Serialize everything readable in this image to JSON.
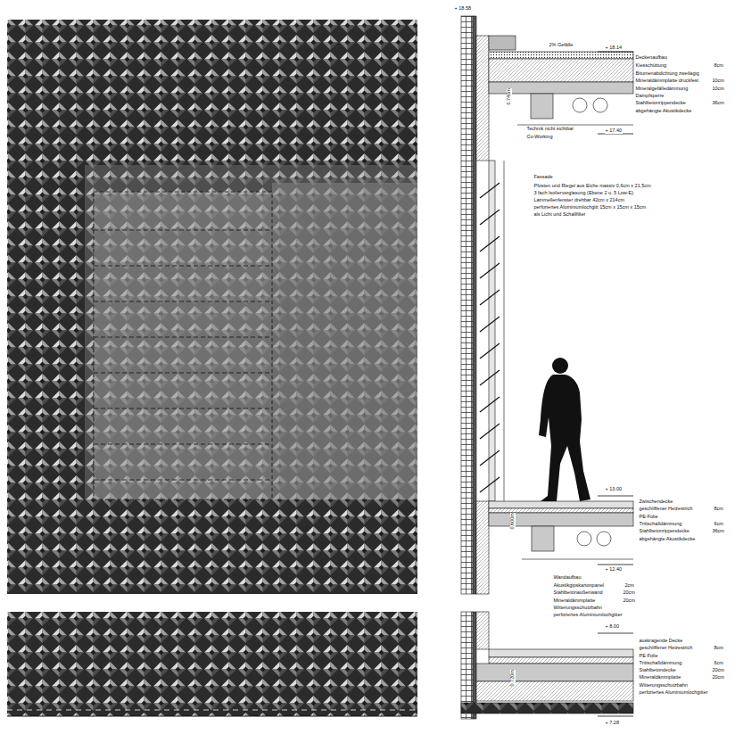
{
  "diagram": {
    "labels": [
      "+ 18.58",
      "2% Gefälle",
      "+ 18.14",
      "Deckenaufbau",
      "Kiesschüttung",
      "8cm",
      "Bitumenabdichtung zweilagig",
      "Mineraldämmplatte druckfest",
      "10cm",
      "Mineralgefälledämmung",
      "10cm",
      "Dampfsperre",
      "Stahlbetonrippendecke",
      "36cm",
      "abgehängte Akustikdecke",
      "0.740m",
      "Technik nicht sichtbar",
      "+ 17.40",
      "Co-Working",
      "Fassade",
      "Pfosten und Riegel aus Eiche massiv 0,6cm x 21,5cm",
      "3 fach Isolierverglasung (Ebene 2 u. 5 Low-E)",
      "Lammellenfenster drehbar 42cm x 214cm",
      "perforiertes Aluminiumlochgitt 15cm x 15cm x 15cm",
      "als Licht und Schallfilter",
      "+ 13.00",
      "Zwischendecke",
      "geschliffener Heizestrich",
      "8cm",
      "PE-Folie",
      "Trittschalldämmung",
      "6cm",
      "Stahlbetonrippendecke",
      "36cm",
      "abgehängte Akustikdecke",
      "0.600m",
      "+ 12.40",
      "Wandaufbau",
      "Akustikgipskartonpanel",
      "2cm",
      "Stahlbetonaußenwand",
      "20cm",
      "Mineraldämmplatte",
      "20cm",
      "Witterungsschutzbahn",
      "perforiertes Aluminiumlochgitter",
      "+ 8.00",
      "auskragende Decke",
      "geschliffener Heizestrich",
      "8cm",
      "PE-Folie",
      "Trittschalldämmung",
      "6cm",
      "Stahlbetondecke",
      "20cm",
      "Mineraldämmplatte",
      "20cm",
      "Witterungsschutzbahn",
      "perforiertes Aluminiumlochgitter",
      "0.720m",
      "+ 7.28"
    ]
  }
}
